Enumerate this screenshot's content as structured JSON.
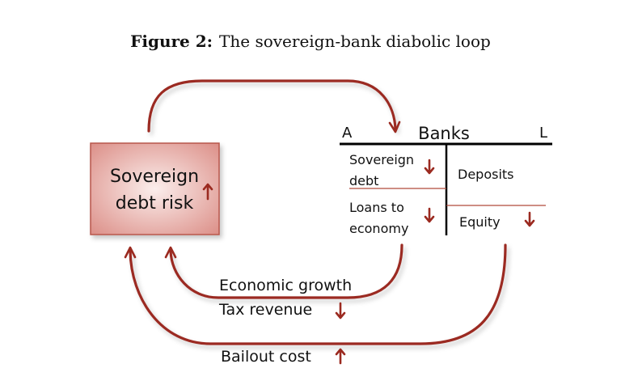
{
  "caption": {
    "bold": "Figure 2:",
    "text": "The sovereign-bank diabolic loop"
  },
  "risk_box": {
    "line1": "Sovereign",
    "line2": "debt risk"
  },
  "banks": {
    "title": "Banks",
    "assets_label": "A",
    "liabilities_label": "L",
    "assets": [
      {
        "line1": "Sovereign",
        "line2": "debt"
      },
      {
        "line1": "Loans to",
        "line2": "economy"
      }
    ],
    "liabilities": [
      "Deposits",
      "Equity"
    ]
  },
  "channels": {
    "growth": "Economic growth",
    "tax": "Tax revenue",
    "bailout": "Bailout cost"
  },
  "colors": {
    "arrow": "#9b2a20",
    "box_fill": "#e9a9a2"
  }
}
